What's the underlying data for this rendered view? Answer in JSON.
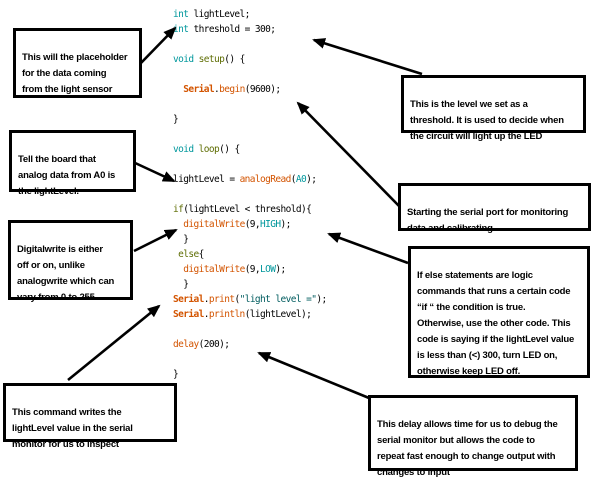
{
  "code": {
    "lines": [
      [
        {
          "c": "type",
          "t": "int"
        },
        {
          "c": "plain",
          "t": " lightLevel;"
        }
      ],
      [
        {
          "c": "type",
          "t": "int"
        },
        {
          "c": "plain",
          "t": " threshold = 300;"
        }
      ],
      [],
      [
        {
          "c": "type",
          "t": "void"
        },
        {
          "c": "plain",
          "t": " "
        },
        {
          "c": "kw",
          "t": "setup"
        },
        {
          "c": "plain",
          "t": "() {"
        }
      ],
      [],
      [
        {
          "c": "plain",
          "t": "  "
        },
        {
          "c": "serial",
          "t": "Serial"
        },
        {
          "c": "plain",
          "t": "."
        },
        {
          "c": "fn",
          "t": "begin"
        },
        {
          "c": "plain",
          "t": "(9600);"
        }
      ],
      [],
      [
        {
          "c": "plain",
          "t": "}"
        }
      ],
      [],
      [
        {
          "c": "type",
          "t": "void"
        },
        {
          "c": "plain",
          "t": " "
        },
        {
          "c": "kw",
          "t": "loop"
        },
        {
          "c": "plain",
          "t": "() {"
        }
      ],
      [],
      [
        {
          "c": "plain",
          "t": "lightLevel = "
        },
        {
          "c": "fn",
          "t": "analogRead"
        },
        {
          "c": "plain",
          "t": "("
        },
        {
          "c": "type",
          "t": "A0"
        },
        {
          "c": "plain",
          "t": ");"
        }
      ],
      [],
      [
        {
          "c": "kw",
          "t": "if"
        },
        {
          "c": "plain",
          "t": "(lightLevel < threshold){"
        }
      ],
      [
        {
          "c": "plain",
          "t": "  "
        },
        {
          "c": "fn",
          "t": "digitalWrite"
        },
        {
          "c": "plain",
          "t": "(9,"
        },
        {
          "c": "type",
          "t": "HIGH"
        },
        {
          "c": "plain",
          "t": ");"
        }
      ],
      [
        {
          "c": "plain",
          "t": "  }"
        }
      ],
      [
        {
          "c": "plain",
          "t": " "
        },
        {
          "c": "kw",
          "t": "else"
        },
        {
          "c": "plain",
          "t": "{"
        }
      ],
      [
        {
          "c": "plain",
          "t": "  "
        },
        {
          "c": "fn",
          "t": "digitalWrite"
        },
        {
          "c": "plain",
          "t": "(9,"
        },
        {
          "c": "type",
          "t": "LOW"
        },
        {
          "c": "plain",
          "t": ");"
        }
      ],
      [
        {
          "c": "plain",
          "t": "  }"
        }
      ],
      [
        {
          "c": "serial",
          "t": "Serial"
        },
        {
          "c": "plain",
          "t": "."
        },
        {
          "c": "fn",
          "t": "print"
        },
        {
          "c": "plain",
          "t": "("
        },
        {
          "c": "str",
          "t": "\"light level =\""
        },
        {
          "c": "plain",
          "t": ");"
        }
      ],
      [
        {
          "c": "serial",
          "t": "Serial"
        },
        {
          "c": "plain",
          "t": "."
        },
        {
          "c": "fn",
          "t": "println"
        },
        {
          "c": "plain",
          "t": "(lightLevel);"
        }
      ],
      [],
      [
        {
          "c": "fn",
          "t": "delay"
        },
        {
          "c": "plain",
          "t": "(200);"
        }
      ],
      [],
      [
        {
          "c": "plain",
          "t": "}"
        }
      ]
    ]
  },
  "callouts": {
    "placeholder": {
      "text": "This will the placeholder\nfor the  data coming\nfrom the light sensor"
    },
    "analog": {
      "text": "Tell the board that\nanalog data from A0 is\nthe lightLevel."
    },
    "digitalwrite": {
      "text": "Digitalwrite is either\noff or on, unlike\nanalogwrite which can\nvary from 0 to 255."
    },
    "serial_print": {
      "text": "This command writes the\nlightLevel value in the serial\nmonitor for us to inspect"
    },
    "threshold": {
      "text": "This is the level we set as a\nthreshold. It is used to decide when\nthe circuit will light up the LED"
    },
    "serial_start": {
      "text": "Starting the serial port for monitoring\ndata and calibrating."
    },
    "if_else": {
      "text": "If else statements are logic\ncommands that runs a certain code\n“if “ the condition is true.\nOtherwise, use the other code. This\ncode is saying if the lightLevel value\nis less than (<) 300, turn LED on,\notherwise keep LED off."
    },
    "delay": {
      "text": "This delay allows time for us to debug the\nserial monitor but allows the code to\nrepeat fast enough to change output with\nchanges to input"
    }
  },
  "colors": {
    "type_keyword": "#00979C",
    "control_keyword": "#5E6D03",
    "function_call": "#D35400",
    "serial_class": "#D35400",
    "string_literal": "#005C5F",
    "plain_code": "#000000",
    "callout_border": "#000000",
    "arrow": "#000000",
    "background": "#FFFFFF"
  }
}
